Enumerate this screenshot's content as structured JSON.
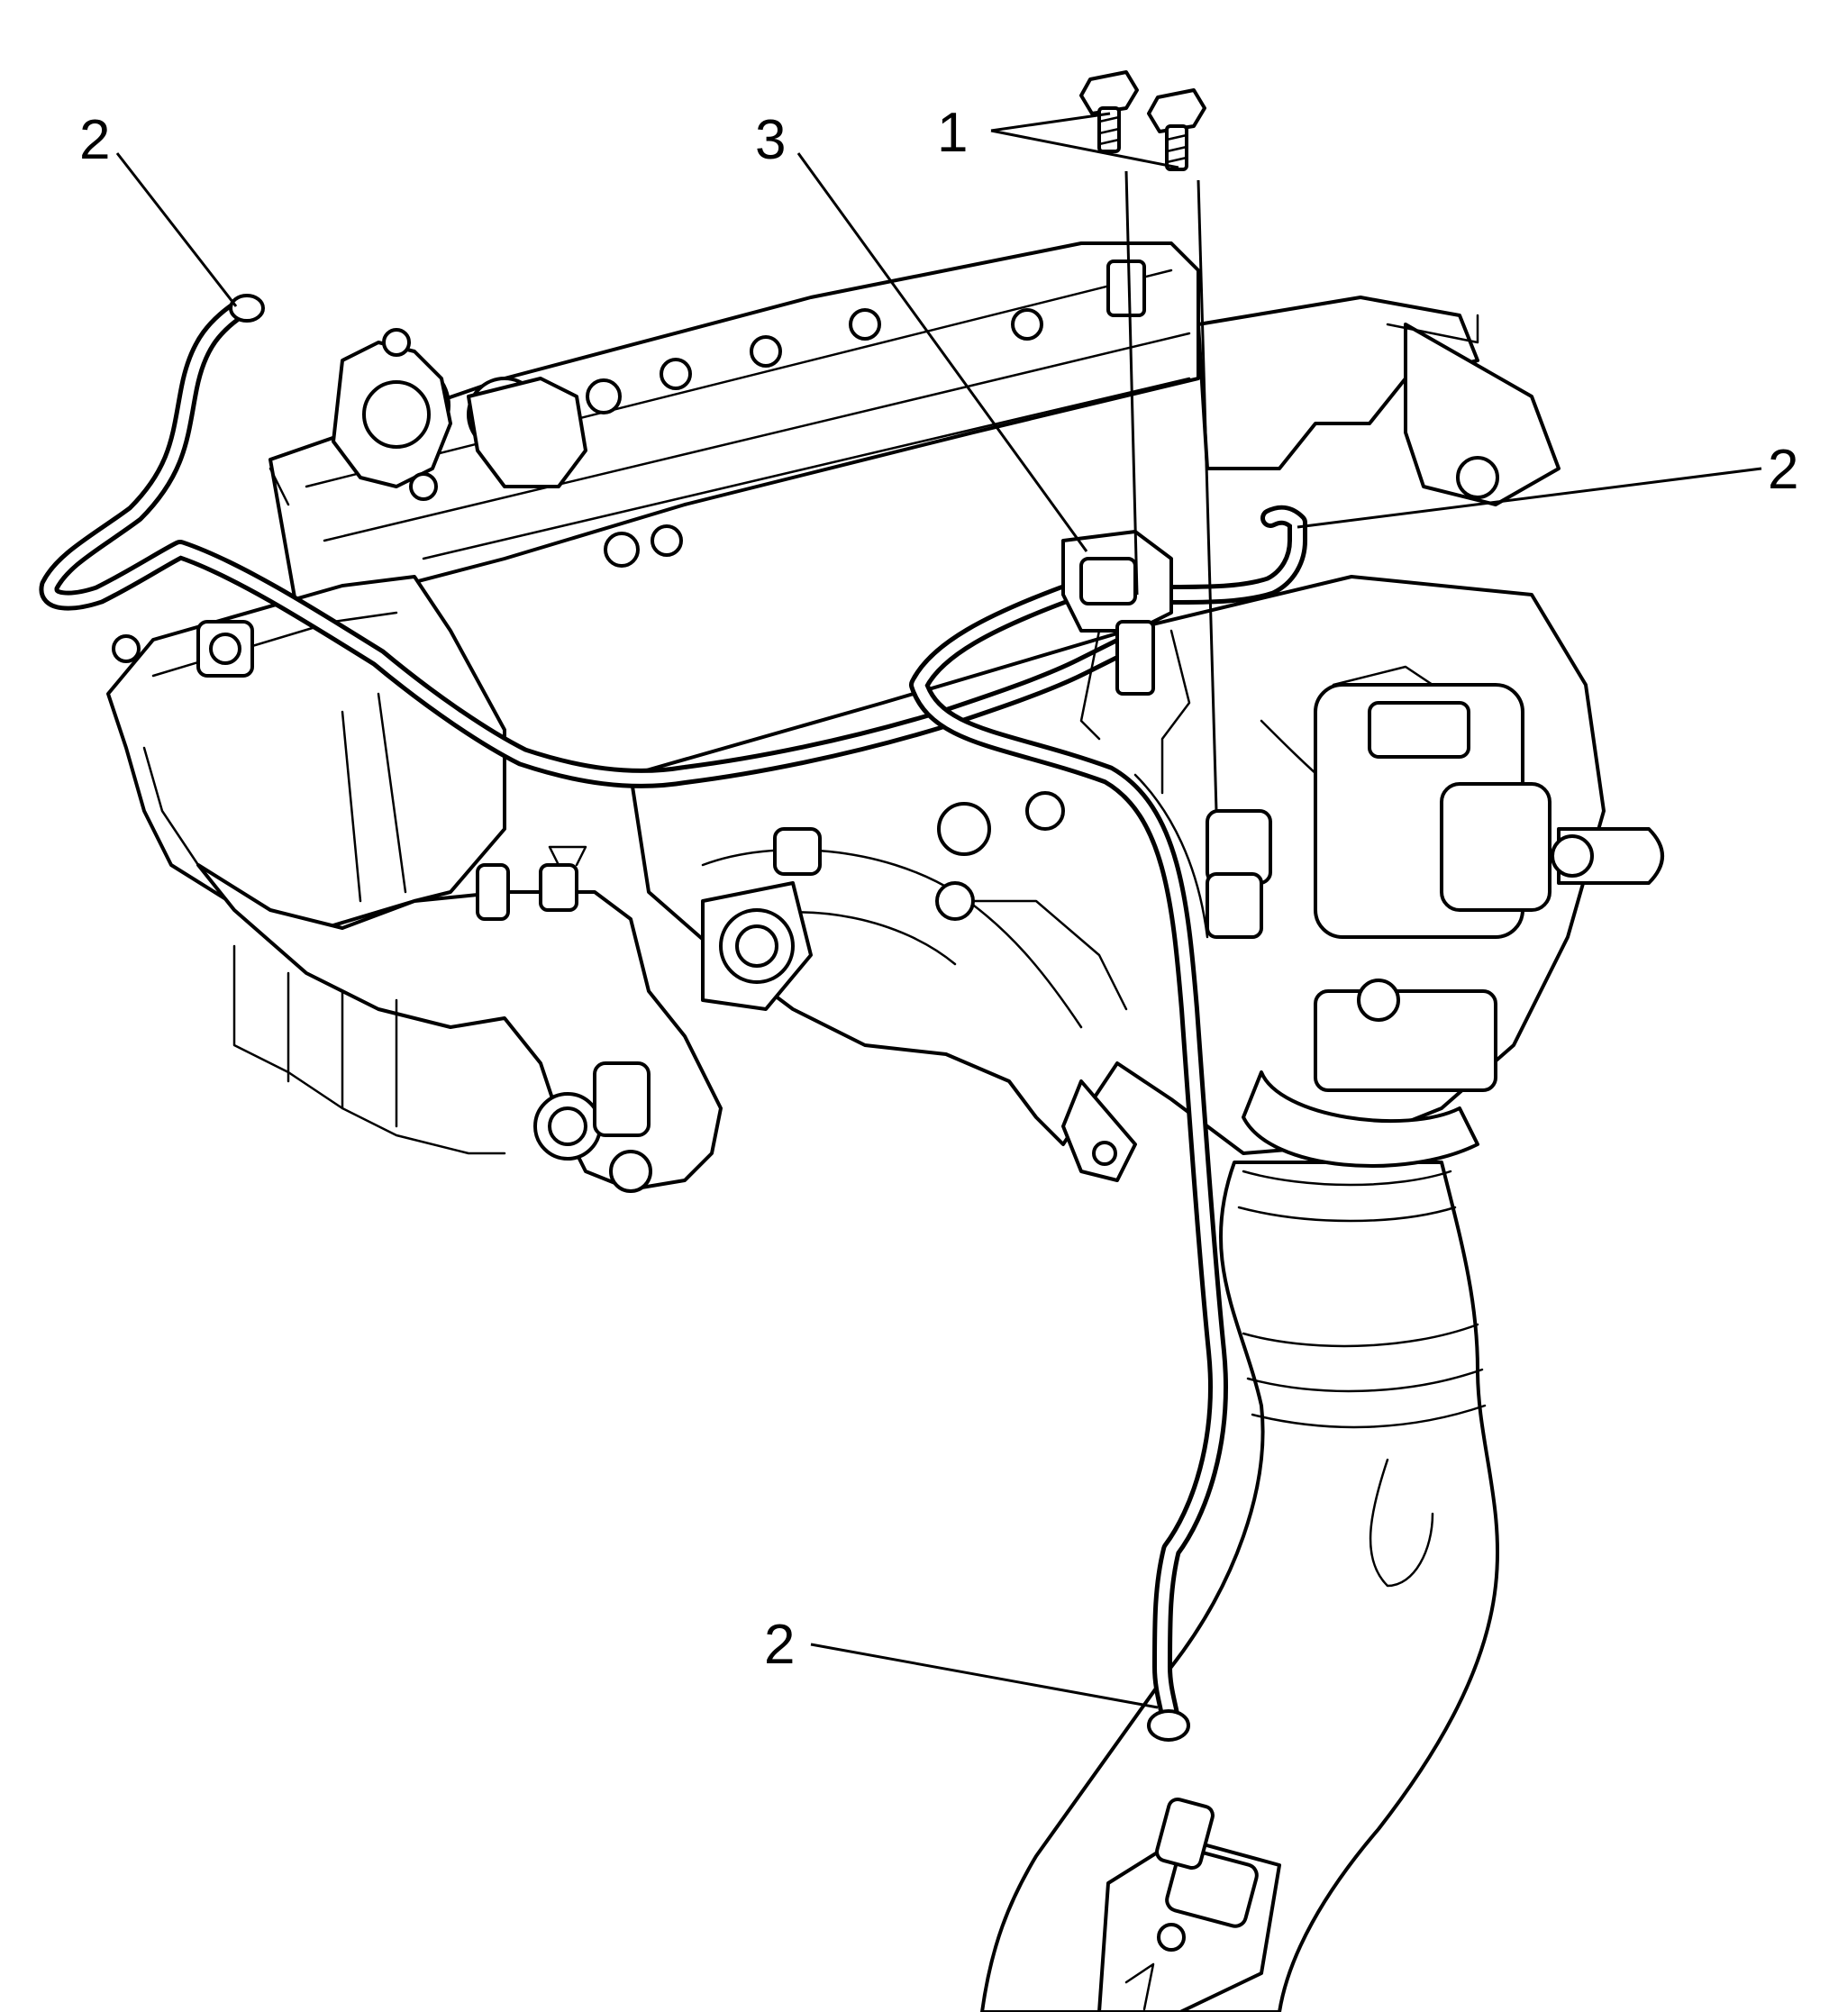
{
  "diagram": {
    "callouts": [
      {
        "id": "callout-1",
        "label": "1"
      },
      {
        "id": "callout-3",
        "label": "3"
      },
      {
        "id": "callout-2-top-left",
        "label": "2"
      },
      {
        "id": "callout-2-right",
        "label": "2"
      },
      {
        "id": "callout-2-bottom",
        "label": "2"
      }
    ]
  }
}
